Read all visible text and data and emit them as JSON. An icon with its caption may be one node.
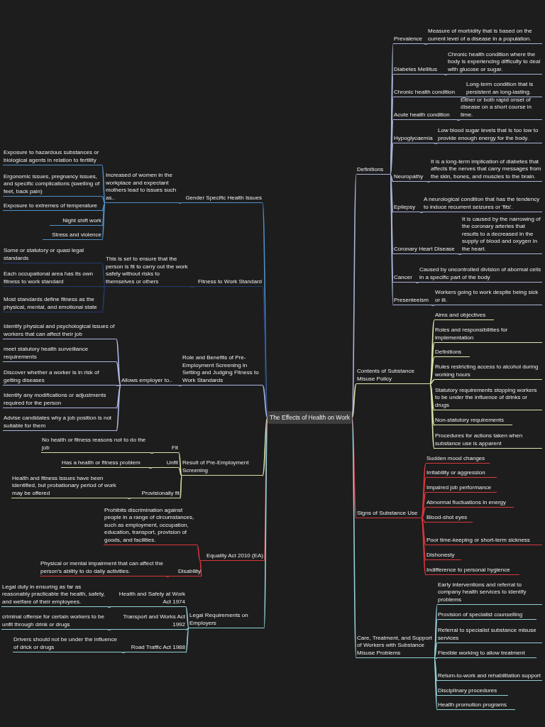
{
  "diagram": {
    "nodes": [
      {
        "text": [
          "The Effects of Health on Work"
        ]
      },
      {
        "text": [
          "Definitions"
        ]
      },
      {
        "text": [
          "Prevalence"
        ]
      },
      {
        "text": [
          "Measure of morbidity that is based on the current level of a disease in a population."
        ]
      },
      {
        "text": [
          "Diabetes Mellitus"
        ]
      },
      {
        "text": [
          "Chronic health condition where the body is experiencing difficulty to deal with glucose or sugar."
        ]
      },
      {
        "text": [
          "Chronic health condition"
        ]
      },
      {
        "text": [
          "Long-term condition that is persistent an long-lasting."
        ]
      },
      {
        "text": [
          "Acute health condition"
        ]
      },
      {
        "text": [
          "Either or both rapid onset of disease on a short course in time."
        ]
      },
      {
        "text": [
          "Hypoglycaemia"
        ]
      },
      {
        "text": [
          "Low blood sugar levels that is too low to provide enough energy for the body."
        ]
      },
      {
        "text": [
          "Neuropathy"
        ]
      },
      {
        "text": [
          "It is a long-term implication of diabetes that affects the nerves that carry messages from the skin, bones, and muscles to the brain."
        ]
      },
      {
        "text": [
          "Epilepsy"
        ]
      },
      {
        "text": [
          "A neurological condition that has the tendency to induce recurrent seizures or 'fits'."
        ]
      },
      {
        "text": [
          "Coronary Heart Disease"
        ]
      },
      {
        "text": [
          "It is caused by the narrowing of the coronary arteries that results to a decreased in the supply of blood and oxygen in the heart."
        ]
      },
      {
        "text": [
          "Cancer"
        ]
      },
      {
        "text": [
          "Caused by uncontrolled division of abormal cells in a specific part of the body"
        ]
      },
      {
        "text": [
          "Presenteeism"
        ]
      },
      {
        "text": [
          "Workers going to work despite being sick or ill."
        ]
      },
      {
        "text": [
          "Contents of Substance Misuse Policy"
        ]
      },
      {
        "text": [
          "Aims and objectives"
        ]
      },
      {
        "text": [
          "Roles and responsibilities for implementation"
        ]
      },
      {
        "text": [
          "Definitions"
        ]
      },
      {
        "text": [
          "Rules restricting access to alcohol during working hours"
        ]
      },
      {
        "text": [
          "Statutory requirements stopping workers to be under the influence of drinks or drugs"
        ]
      },
      {
        "text": [
          "Non-statutory requirements"
        ]
      },
      {
        "text": [
          "Procedures for actions taken when substance use is apparent"
        ]
      },
      {
        "text": [
          "Signs of Substance Use"
        ]
      },
      {
        "text": [
          "Sudden mood changes"
        ]
      },
      {
        "text": [
          "Irritability or aggression"
        ]
      },
      {
        "text": [
          "Impaired job performance"
        ]
      },
      {
        "text": [
          "Abnormal fluctuations in energy"
        ]
      },
      {
        "text": [
          "Blood-shot eyes"
        ]
      },
      {
        "text": [
          "Poor time-keeping or short-term sickness"
        ]
      },
      {
        "text": [
          "Dishonesty"
        ]
      },
      {
        "text": [
          "Indifference to personal hygience"
        ]
      },
      {
        "text": [
          "Care, Treatment, and Support of Workers with Substance Misuse Problems"
        ]
      },
      {
        "text": [
          "Early interventions and referral to company health services to identify problems"
        ]
      },
      {
        "text": [
          "Provision of specialist counselling"
        ]
      },
      {
        "text": [
          "Referral to specialist substance misuse services"
        ]
      },
      {
        "text": [
          "Flexible working to allow treatment"
        ]
      },
      {
        "text": [
          "Return-to-work and rehabilitation support"
        ]
      },
      {
        "text": [
          "Disciplinary procedures"
        ]
      },
      {
        "text": [
          "Health promotion programs"
        ]
      },
      {
        "text": [
          "Gender Specific Health Issues"
        ]
      },
      {
        "text": [
          "Increased of women in the workplace and expectant mothers lead to issues such as.."
        ]
      },
      {
        "text": [
          "Exposure to hazardous substances or biological agents in relation to fertility"
        ]
      },
      {
        "text": [
          "Ergonomic issues, pregnancy issues, and specific complications (swelling of feet, back pain)"
        ]
      },
      {
        "text": [
          "Exposure to extremes of temperature"
        ]
      },
      {
        "text": [
          "Night shift work"
        ]
      },
      {
        "text": [
          "Stress and violence"
        ]
      },
      {
        "text": [
          "Fitness to Work Standard"
        ]
      },
      {
        "text": [
          "This is set to ensure that the person is fit to carry out the work safely without risks to themselves or others"
        ]
      },
      {
        "text": [
          "Some or statutory or quasi legal standards"
        ]
      },
      {
        "text": [
          "Each occupational area has its own fitness to work standard"
        ]
      },
      {
        "text": [
          "Most standards define fitness as the physical, mental, and emotional state"
        ]
      },
      {
        "text": [
          "Role and Benefits of Pre-Employment Screening in Setting and Judging Fitness to Work Standards"
        ]
      },
      {
        "text": [
          "Allows employer to.."
        ]
      },
      {
        "text": [
          "Identify physical and psychological issues of workers that can affect their job"
        ]
      },
      {
        "text": [
          "meet statutory health surveillance requirements"
        ]
      },
      {
        "text": [
          "Discover whether a worker is in risk of getting diseases"
        ]
      },
      {
        "text": [
          "Identify any modifications or adjustments required for the person"
        ]
      },
      {
        "text": [
          "Advise candidates why a job position is not suitable for them"
        ]
      },
      {
        "text": [
          "Result of Pre-Employment Screening"
        ]
      },
      {
        "text": [
          "Fit"
        ]
      },
      {
        "text": [
          "No health or fitness reasons not to do the job"
        ]
      },
      {
        "text": [
          "Unfit"
        ]
      },
      {
        "text": [
          "Has a health or fitness problem"
        ]
      },
      {
        "text": [
          "Provisionally fit"
        ]
      },
      {
        "text": [
          "Health and fitness issues have been identified, but probationary period of work may be offered"
        ]
      },
      {
        "text": [
          "Equality Act 2010 (EA)"
        ]
      },
      {
        "text": [
          "Prohibits discrimination against people in a range of circumstances, such as employment, occupation, education, transport, provision of goods, and facilities."
        ]
      },
      {
        "text": [
          "Disability"
        ]
      },
      {
        "text": [
          "Physical or mental impairment that can affect the person's ability to do daily activities."
        ]
      },
      {
        "text": [
          "Legal Requirements on Employers"
        ]
      },
      {
        "text": [
          "Health and Safety at Work Act 1974"
        ]
      },
      {
        "text": [
          "Legal duty in ensuring as far as reasonably practicable the health, safety, and welfare of their employees."
        ]
      },
      {
        "text": [
          "Transport and Works Act 1992"
        ]
      },
      {
        "text": [
          "criminal offense for certain workers to be unfit through drink or drugs"
        ]
      },
      {
        "text": [
          "Road Traffic Act 1988"
        ]
      },
      {
        "text": [
          "Drivers should not be under the influence of drick or drugs"
        ]
      }
    ],
    "edges": [
      {
        "from": 0,
        "to": 1,
        "arrow": "none",
        "color": "#aab3d9"
      },
      {
        "from": 1,
        "to": 2,
        "arrow": "none",
        "color": "#aab3d9"
      },
      {
        "from": 2,
        "to": 3,
        "arrow": "none",
        "color": "#aab3d9"
      },
      {
        "from": 1,
        "to": 4,
        "arrow": "none",
        "color": "#aab3d9"
      },
      {
        "from": 4,
        "to": 5,
        "arrow": "none",
        "color": "#aab3d9"
      },
      {
        "from": 1,
        "to": 6,
        "arrow": "none",
        "color": "#aab3d9"
      },
      {
        "from": 6,
        "to": 7,
        "arrow": "none",
        "color": "#aab3d9"
      },
      {
        "from": 1,
        "to": 8,
        "arrow": "none",
        "color": "#aab3d9"
      },
      {
        "from": 8,
        "to": 9,
        "arrow": "none",
        "color": "#aab3d9"
      },
      {
        "from": 1,
        "to": 10,
        "arrow": "none",
        "color": "#aab3d9"
      },
      {
        "from": 10,
        "to": 11,
        "arrow": "none",
        "color": "#aab3d9"
      },
      {
        "from": 1,
        "to": 12,
        "arrow": "none",
        "color": "#aab3d9"
      },
      {
        "from": 12,
        "to": 13,
        "arrow": "none",
        "color": "#aab3d9"
      },
      {
        "from": 1,
        "to": 14,
        "arrow": "none",
        "color": "#aab3d9"
      },
      {
        "from": 14,
        "to": 15,
        "arrow": "none",
        "color": "#aab3d9"
      },
      {
        "from": 1,
        "to": 16,
        "arrow": "none",
        "color": "#aab3d9"
      },
      {
        "from": 16,
        "to": 17,
        "arrow": "none",
        "color": "#aab3d9"
      },
      {
        "from": 1,
        "to": 18,
        "arrow": "none",
        "color": "#aab3d9"
      },
      {
        "from": 18,
        "to": 19,
        "arrow": "none",
        "color": "#aab3d9"
      },
      {
        "from": 1,
        "to": 20,
        "arrow": "none",
        "color": "#aab3d9"
      },
      {
        "from": 20,
        "to": 21,
        "arrow": "none",
        "color": "#aab3d9"
      },
      {
        "from": 0,
        "to": 22,
        "arrow": "none",
        "color": "#dfe3ae"
      },
      {
        "from": 22,
        "to": 23,
        "arrow": "none",
        "color": "#dfe3ae"
      },
      {
        "from": 22,
        "to": 24,
        "arrow": "none",
        "color": "#dfe3ae"
      },
      {
        "from": 22,
        "to": 25,
        "arrow": "none",
        "color": "#dfe3ae"
      },
      {
        "from": 22,
        "to": 26,
        "arrow": "none",
        "color": "#dfe3ae"
      },
      {
        "from": 22,
        "to": 27,
        "arrow": "none",
        "color": "#dfe3ae"
      },
      {
        "from": 22,
        "to": 28,
        "arrow": "none",
        "color": "#dfe3ae"
      },
      {
        "from": 22,
        "to": 29,
        "arrow": "none",
        "color": "#dfe3ae"
      },
      {
        "from": 0,
        "to": 30,
        "arrow": "none",
        "color": "#d9363d"
      },
      {
        "from": 30,
        "to": 31,
        "arrow": "none",
        "color": "#d9363d"
      },
      {
        "from": 30,
        "to": 32,
        "arrow": "none",
        "color": "#d9363d"
      },
      {
        "from": 30,
        "to": 33,
        "arrow": "none",
        "color": "#d9363d"
      },
      {
        "from": 30,
        "to": 34,
        "arrow": "none",
        "color": "#d9363d"
      },
      {
        "from": 30,
        "to": 35,
        "arrow": "none",
        "color": "#d9363d"
      },
      {
        "from": 30,
        "to": 36,
        "arrow": "none",
        "color": "#d9363d"
      },
      {
        "from": 30,
        "to": 37,
        "arrow": "none",
        "color": "#d9363d"
      },
      {
        "from": 30,
        "to": 38,
        "arrow": "none",
        "color": "#d9363d"
      },
      {
        "from": 0,
        "to": 39,
        "arrow": "none",
        "color": "#92d0d8"
      },
      {
        "from": 39,
        "to": 40,
        "arrow": "none",
        "color": "#92d0d8"
      },
      {
        "from": 39,
        "to": 41,
        "arrow": "none",
        "color": "#92d0d8"
      },
      {
        "from": 39,
        "to": 42,
        "arrow": "none",
        "color": "#92d0d8"
      },
      {
        "from": 39,
        "to": 43,
        "arrow": "none",
        "color": "#92d0d8"
      },
      {
        "from": 39,
        "to": 44,
        "arrow": "none",
        "color": "#92d0d8"
      },
      {
        "from": 39,
        "to": 45,
        "arrow": "none",
        "color": "#92d0d8"
      },
      {
        "from": 39,
        "to": 46,
        "arrow": "none",
        "color": "#92d0d8"
      },
      {
        "from": 0,
        "to": 47,
        "arrow": "none",
        "color": "#4f8fc6"
      },
      {
        "from": 47,
        "to": 48,
        "arrow": "none",
        "color": "#4f8fc6"
      },
      {
        "from": 48,
        "to": 49,
        "arrow": "none",
        "color": "#4f8fc6"
      },
      {
        "from": 48,
        "to": 50,
        "arrow": "none",
        "color": "#4f8fc6"
      },
      {
        "from": 48,
        "to": 51,
        "arrow": "none",
        "color": "#4f8fc6"
      },
      {
        "from": 48,
        "to": 52,
        "arrow": "none",
        "color": "#4f8fc6"
      },
      {
        "from": 48,
        "to": 53,
        "arrow": "none",
        "color": "#4f8fc6"
      },
      {
        "from": 0,
        "to": 54,
        "arrow": "none",
        "color": "#243c70"
      },
      {
        "from": 54,
        "to": 55,
        "arrow": "none",
        "color": "#243c70"
      },
      {
        "from": 55,
        "to": 56,
        "arrow": "none",
        "color": "#243c70"
      },
      {
        "from": 55,
        "to": 57,
        "arrow": "none",
        "color": "#243c70"
      },
      {
        "from": 55,
        "to": 58,
        "arrow": "none",
        "color": "#243c70"
      },
      {
        "from": 0,
        "to": 59,
        "arrow": "none",
        "color": "#aeb6e3"
      },
      {
        "from": 59,
        "to": 60,
        "arrow": "none",
        "color": "#aeb6e3"
      },
      {
        "from": 60,
        "to": 61,
        "arrow": "none",
        "color": "#aeb6e3"
      },
      {
        "from": 60,
        "to": 62,
        "arrow": "none",
        "color": "#aeb6e3"
      },
      {
        "from": 60,
        "to": 63,
        "arrow": "none",
        "color": "#aeb6e3"
      },
      {
        "from": 60,
        "to": 64,
        "arrow": "none",
        "color": "#aeb6e3"
      },
      {
        "from": 60,
        "to": 65,
        "arrow": "none",
        "color": "#aeb6e3"
      },
      {
        "from": 0,
        "to": 66,
        "arrow": "none",
        "color": "#dcdca6"
      },
      {
        "from": 66,
        "to": 67,
        "arrow": "none",
        "color": "#dcdca6"
      },
      {
        "from": 67,
        "to": 68,
        "arrow": "none",
        "color": "#dcdca6"
      },
      {
        "from": 66,
        "to": 69,
        "arrow": "none",
        "color": "#dcdca6"
      },
      {
        "from": 69,
        "to": 70,
        "arrow": "none",
        "color": "#dcdca6"
      },
      {
        "from": 66,
        "to": 71,
        "arrow": "none",
        "color": "#dcdca6"
      },
      {
        "from": 71,
        "to": 72,
        "arrow": "none",
        "color": "#dcdca6"
      },
      {
        "from": 0,
        "to": 73,
        "arrow": "none",
        "color": "#d9363d"
      },
      {
        "from": 73,
        "to": 74,
        "arrow": "none",
        "color": "#d9363d"
      },
      {
        "from": 73,
        "to": 75,
        "arrow": "none",
        "color": "#d9363d"
      },
      {
        "from": 75,
        "to": 76,
        "arrow": "none",
        "color": "#d9363d"
      },
      {
        "from": 0,
        "to": 77,
        "arrow": "none",
        "color": "#92d0d8"
      },
      {
        "from": 77,
        "to": 78,
        "arrow": "none",
        "color": "#92d0d8"
      },
      {
        "from": 78,
        "to": 79,
        "arrow": "none",
        "color": "#92d0d8"
      },
      {
        "from": 77,
        "to": 80,
        "arrow": "none",
        "color": "#92d0d8"
      },
      {
        "from": 80,
        "to": 81,
        "arrow": "none",
        "color": "#92d0d8"
      },
      {
        "from": 77,
        "to": 82,
        "arrow": "none",
        "color": "#92d0d8"
      },
      {
        "from": 82,
        "to": 83,
        "arrow": "none",
        "color": "#92d0d8"
      }
    ]
  }
}
